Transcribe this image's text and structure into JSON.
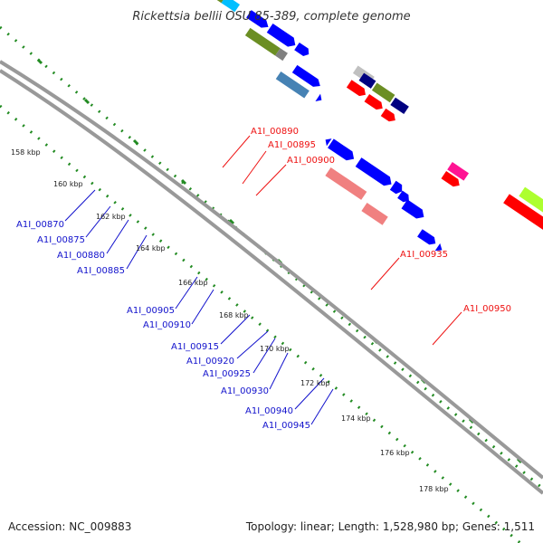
{
  "title": "Rickettsia bellii OSU 85-389, complete genome",
  "footer": {
    "accession": "Accession: NC_009883",
    "summary": "Topology: linear; Length: 1,528,980 bp; Genes: 1,511"
  },
  "colors": {
    "forward_label": "#ee1111",
    "reverse_label": "#1111cc",
    "backbone": "#999999",
    "tick_dots": "#228B22",
    "orange_red": "#ff0000",
    "blue": "#0000ff",
    "navy": "#000080",
    "olive": "#6b8e23",
    "light_blue": "#00bfff",
    "steel_blue": "#4682b4",
    "light_coral": "#f08080",
    "magenta": "#ff1493",
    "lime": "#adff2f",
    "silver": "#c0c0c0",
    "gray": "#808080"
  },
  "scale_labels": [
    "158 kbp",
    "160 kbp",
    "162 kbp",
    "164 kbp",
    "166 kbp",
    "168 kbp",
    "170 kbp",
    "172 kbp",
    "174 kbp",
    "176 kbp",
    "178 kbp"
  ],
  "forward_gene_labels": [
    "A1I_00890",
    "A1I_00895",
    "A1I_00900",
    "A1I_00935",
    "A1I_00950"
  ],
  "reverse_gene_labels": [
    "A1I_00870",
    "A1I_00875",
    "A1I_00880",
    "A1I_00885",
    "A1I_00905",
    "A1I_00910",
    "A1I_00915",
    "A1I_00920",
    "A1I_00925",
    "A1I_00930",
    "A1I_00940",
    "A1I_00945"
  ]
}
